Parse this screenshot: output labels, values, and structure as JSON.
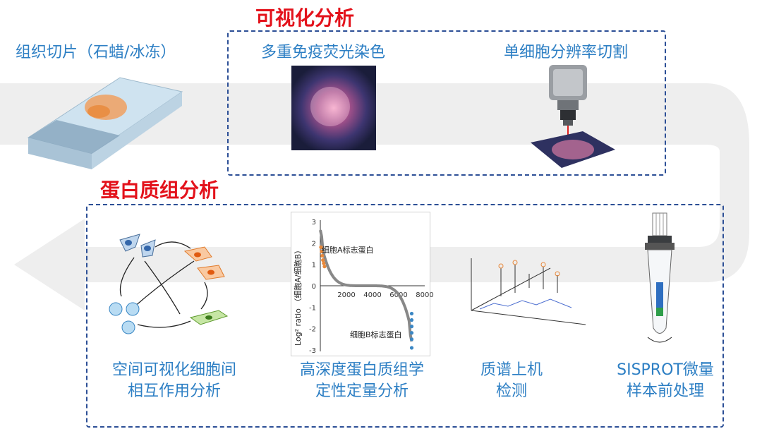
{
  "sections": {
    "visualization_title": "可视化分析",
    "proteomics_title": "蛋白质组分析"
  },
  "steps": {
    "tissue_slice": "组织切片（石蜡/冰冻）",
    "multiplex_if": "多重免疫荧光染色",
    "single_cell_cut": "单细胞分辨率切割",
    "spatial": {
      "line1": "空间可视化细胞间",
      "line2": "相互作用分析"
    },
    "deep_proteomics": {
      "line1": "高深度蛋白质组学",
      "line2": "定性定量分析"
    },
    "ms_detection": {
      "line1": "质谱上机",
      "line2": "检测"
    },
    "sisprot": {
      "line1": "SISPROT微量",
      "line2": "样本前处理"
    }
  },
  "chart_data": {
    "type": "scatter",
    "ylabel": "Log² ratio （细胞A/细胞B）",
    "xticks": [
      "2000",
      "4000",
      "6000",
      "8000"
    ],
    "yticks": [
      "3",
      "2",
      "1",
      "0",
      "-1",
      "-2",
      "-3"
    ],
    "xlim": [
      0,
      8000
    ],
    "ylim": [
      -3,
      3
    ],
    "annotations": {
      "cell_a": "细胞A标志蛋白",
      "cell_b": "细胞B标志蛋白"
    }
  }
}
